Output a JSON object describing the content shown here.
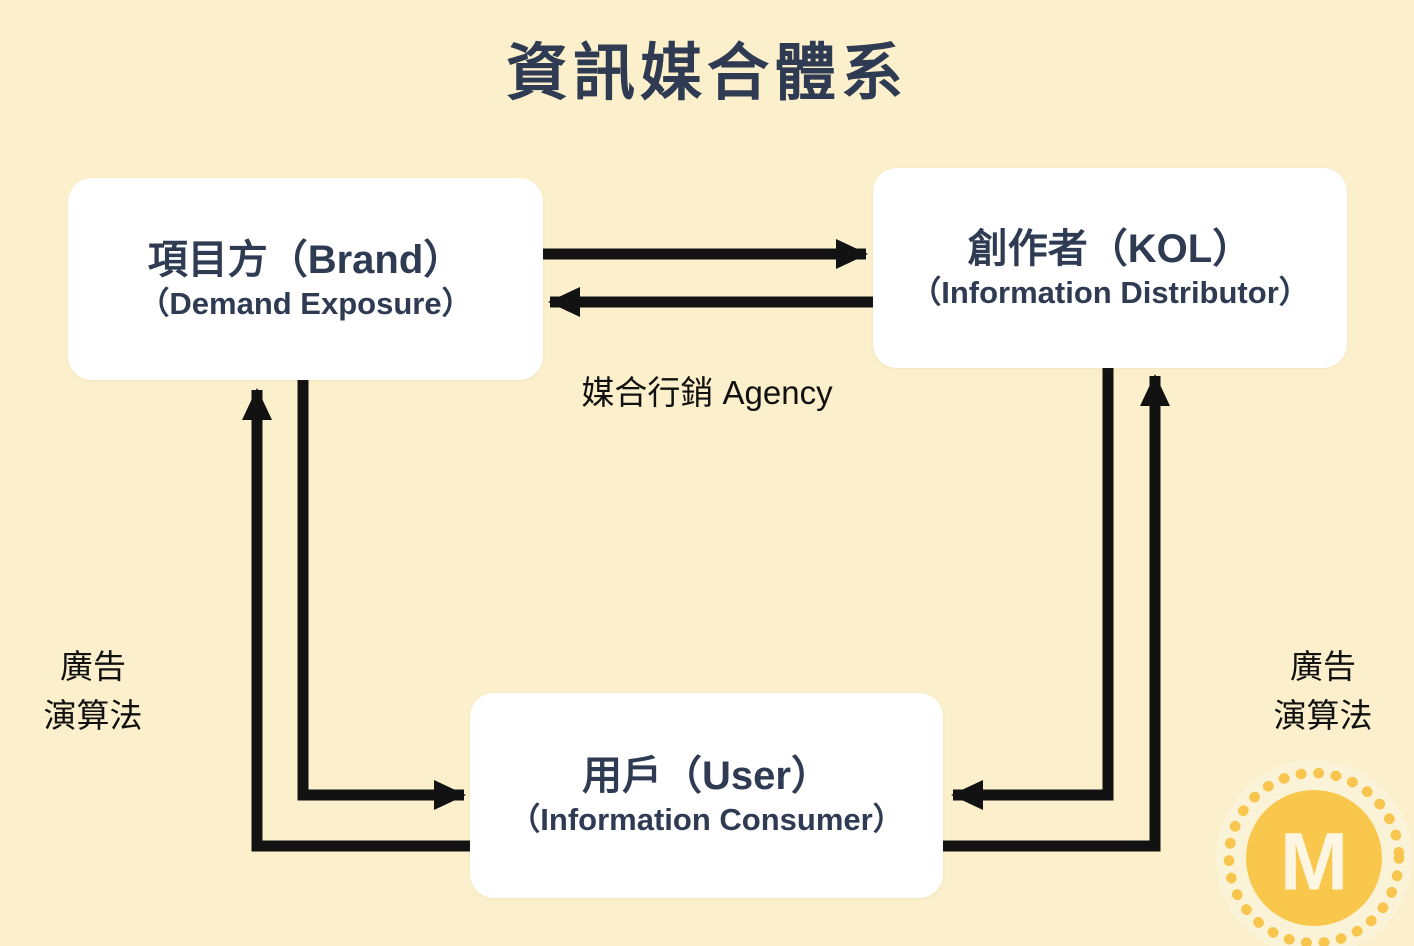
{
  "title": "資訊媒合體系",
  "nodes": {
    "brand": {
      "name": "項目方（Brand）",
      "role": "（Demand Exposure）"
    },
    "kol": {
      "name": "創作者（KOL）",
      "role": "（Information Distributor）"
    },
    "user": {
      "name": "用戶（User）",
      "role": "（Information Consumer）"
    }
  },
  "edge_labels": {
    "agency": "媒合行銷 Agency",
    "left": {
      "line1": "廣告",
      "line2": "演算法"
    },
    "right": {
      "line1": "廣告",
      "line2": "演算法"
    }
  },
  "logo": {
    "letter": "M"
  },
  "colors": {
    "background": "#FCF0CC",
    "ink": "#2E3B52",
    "arrow": "#121212",
    "label_text": "#111111",
    "node_background": "#FFFFFF",
    "logo_gold": "#F9C74C",
    "logo_halo": "#FBF3D8",
    "logo_letter": "#FCF6E3"
  }
}
